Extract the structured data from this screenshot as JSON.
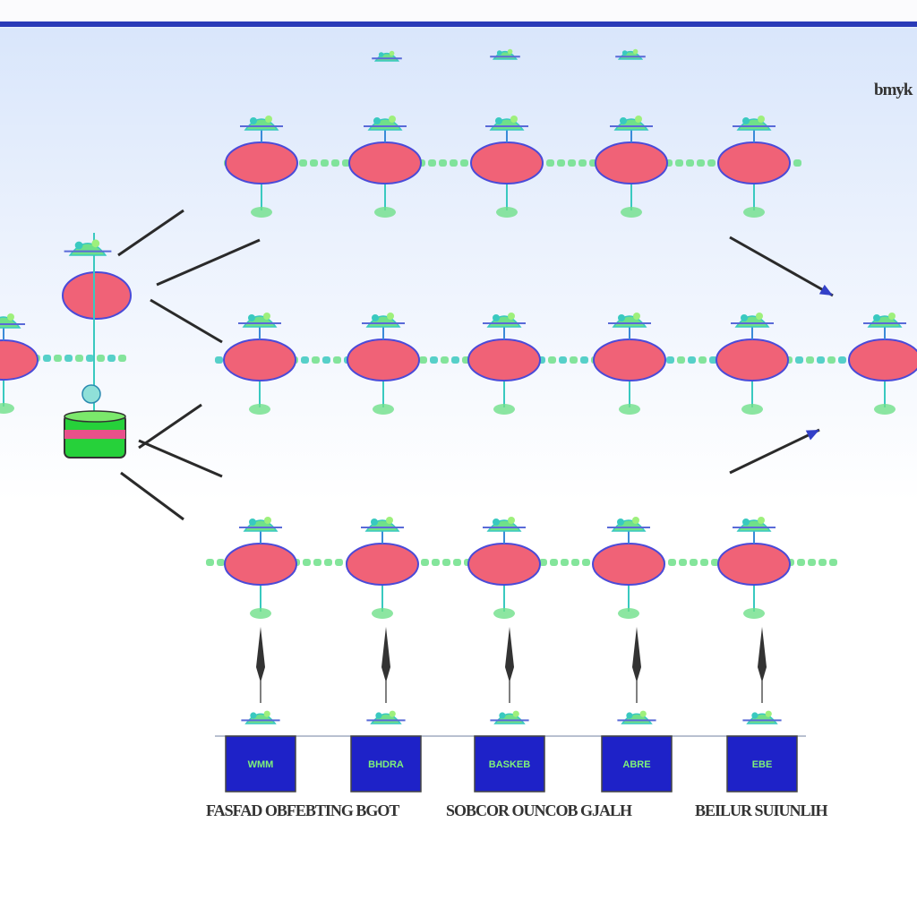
{
  "header": {
    "corner_label": "bmyk"
  },
  "colors": {
    "node_fill": "#f06277",
    "node_stroke": "#4a4ad8",
    "plant_green": "#6fe08a",
    "plant_teal": "#39c9c0",
    "box_fill": "#1e22c8",
    "box_outline": "#444",
    "arrow": "#2a2a2a",
    "source_green": "#26d13a",
    "source_pink": "#e8508a"
  },
  "output_boxes": [
    {
      "label": "WMM"
    },
    {
      "label": "BHDRA"
    },
    {
      "label": "BASKEB"
    },
    {
      "label": "ABRE"
    },
    {
      "label": "EBE"
    }
  ],
  "captions": [
    {
      "text": "FASFAD OBFEBTING BGOT"
    },
    {
      "text": "SOBCOR OUNCOB GJALH"
    },
    {
      "text": "BEILUR SUIUNLIH"
    }
  ]
}
